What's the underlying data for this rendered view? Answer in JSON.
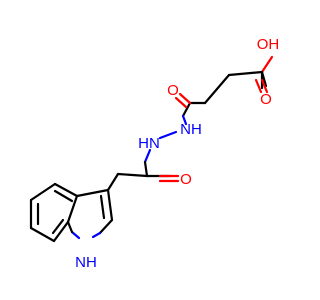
{
  "molecule": {
    "atoms": {
      "hydroxyl": "OH",
      "acid_carbonyl_o": "O",
      "amide1_carbonyl_o": "O",
      "hydrazide_nh1": "NH",
      "hydrazide_nh2": "HN",
      "amide2_carbonyl_o": "O",
      "indole_nh": "NH"
    },
    "colors": {
      "bond": "#000000",
      "oxygen": "#ff0000",
      "nitrogen": "#0000ff"
    }
  }
}
